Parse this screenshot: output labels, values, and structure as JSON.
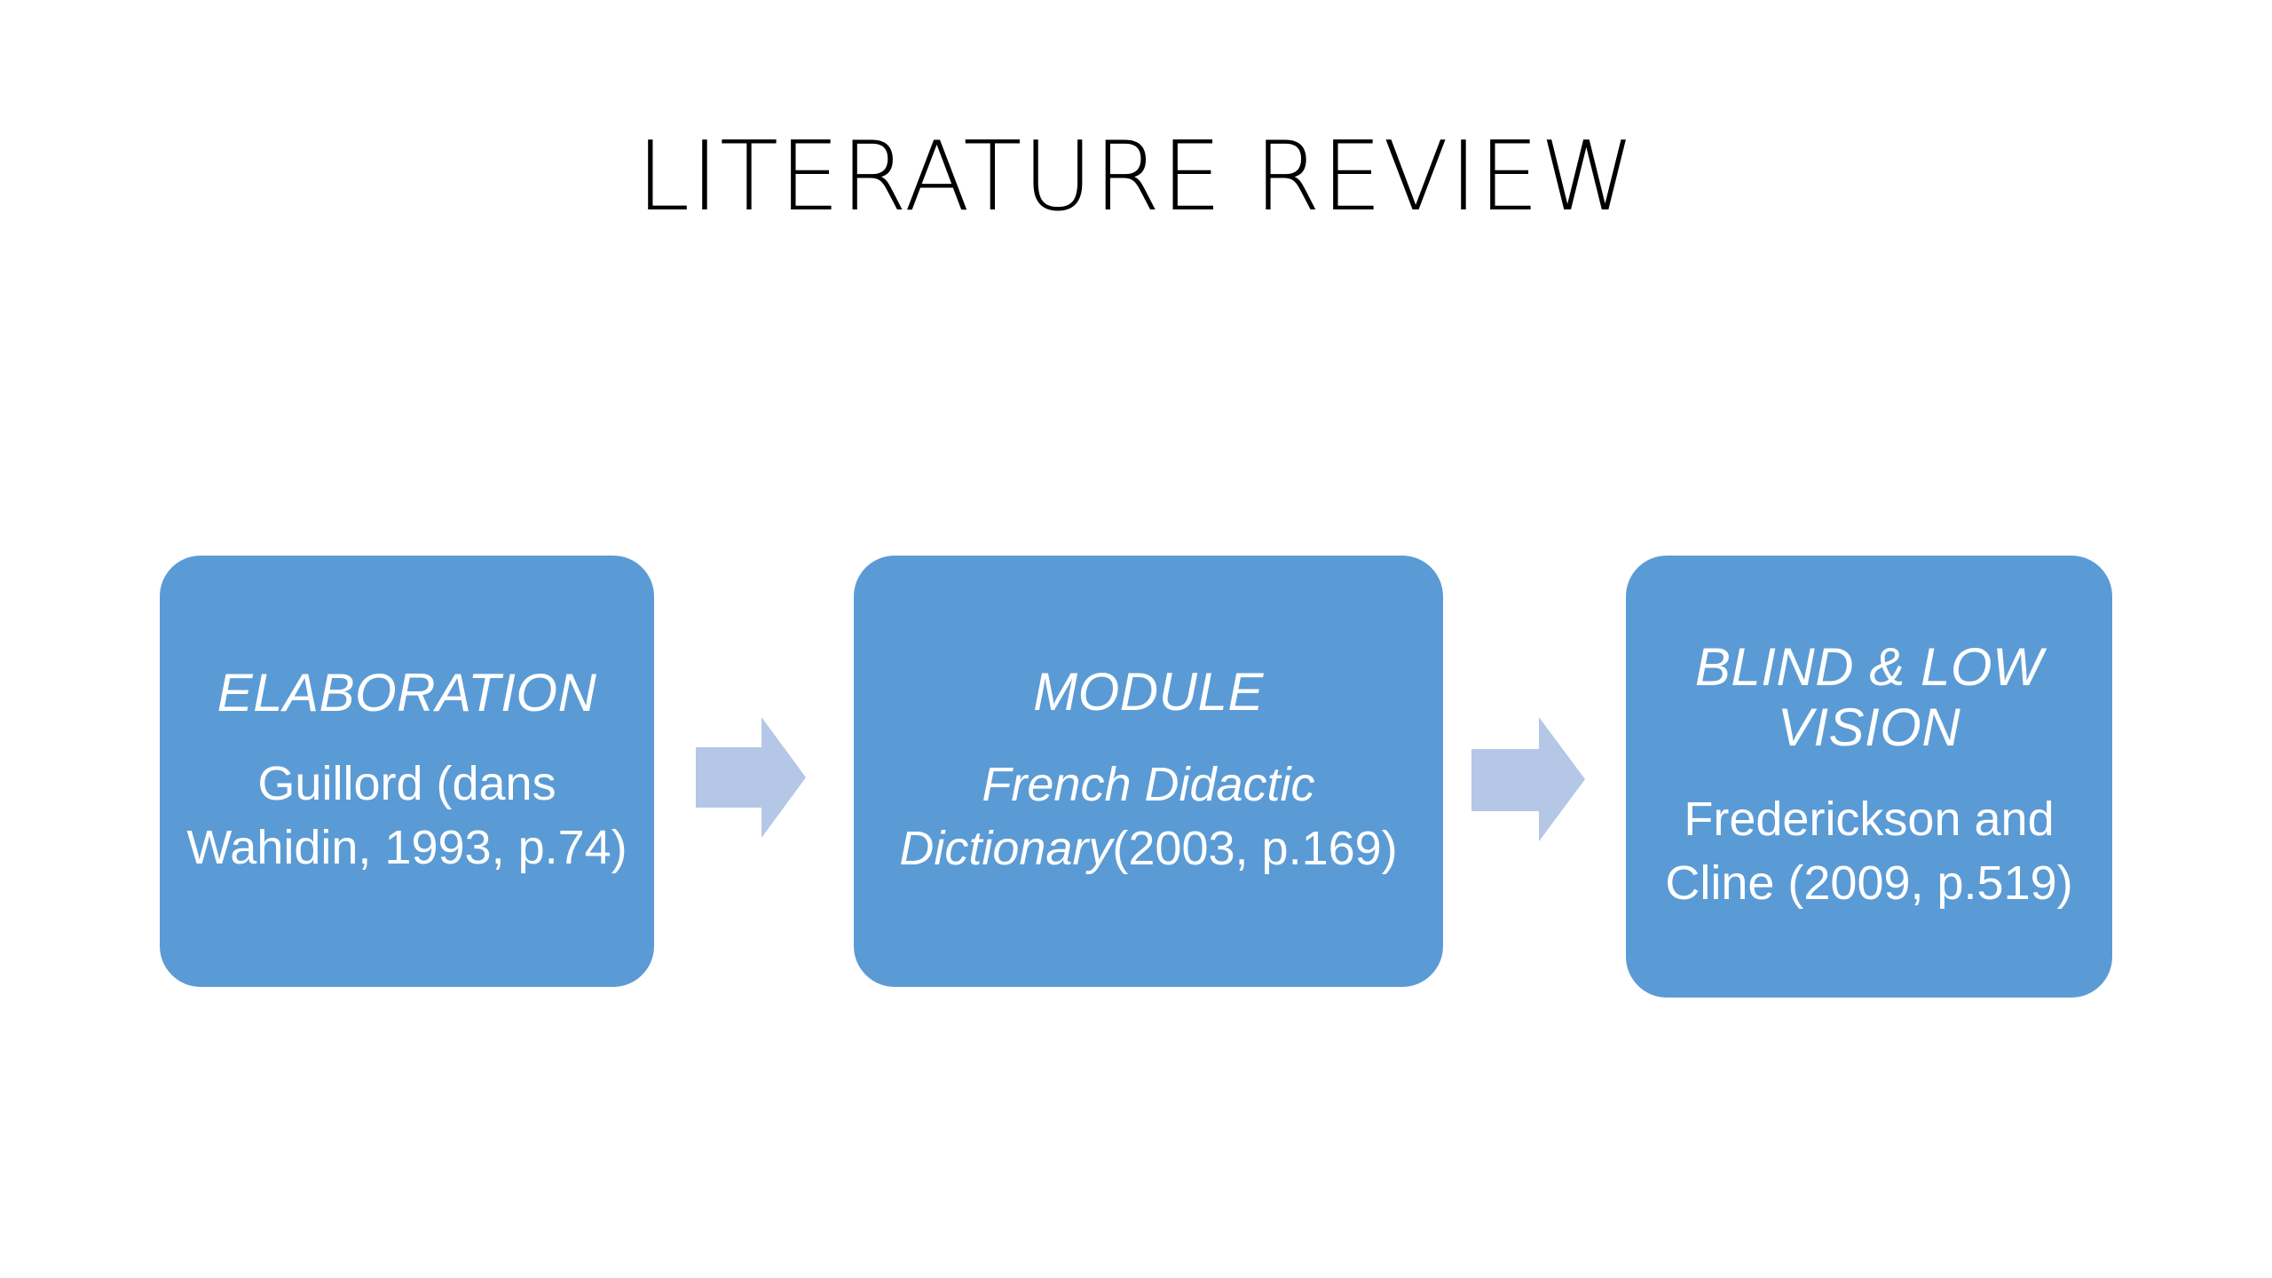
{
  "slide": {
    "title": "LITERATURE REVIEW",
    "background_color": "#FFFFFF",
    "title_color": "#000000"
  },
  "theme": {
    "box_fill": "#5B9BD5",
    "box_text": "#FFFFFF",
    "arrow_fill": "#B4C7E7"
  },
  "diagram": {
    "type": "process-chevron",
    "nodes": [
      {
        "id": "elaboration",
        "heading": "ELABORATION",
        "citation": "Guillord (dans Wahidin, 1993, p.74)",
        "citation_italic_part": "",
        "citation_plain_part": "Guillord (dans Wahidin, 1993, p.74)"
      },
      {
        "id": "module",
        "heading": "MODULE",
        "citation": "French Didactic Dictionary(2003, p.169)",
        "citation_italic_part": "French Didactic Dictionary",
        "citation_plain_part": "(2003, p.169)"
      },
      {
        "id": "blind-low-vision",
        "heading": "BLIND & LOW VISION",
        "citation": "Frederickson and Cline (2009, p.519)",
        "citation_italic_part": "",
        "citation_plain_part": "Frederickson and Cline (2009, p.519)"
      }
    ],
    "connectors": [
      {
        "id": "arrow-1",
        "icon": "right-block-arrow-icon",
        "from": "elaboration",
        "to": "module"
      },
      {
        "id": "arrow-2",
        "icon": "right-block-arrow-icon",
        "from": "module",
        "to": "blind-low-vision"
      }
    ]
  }
}
